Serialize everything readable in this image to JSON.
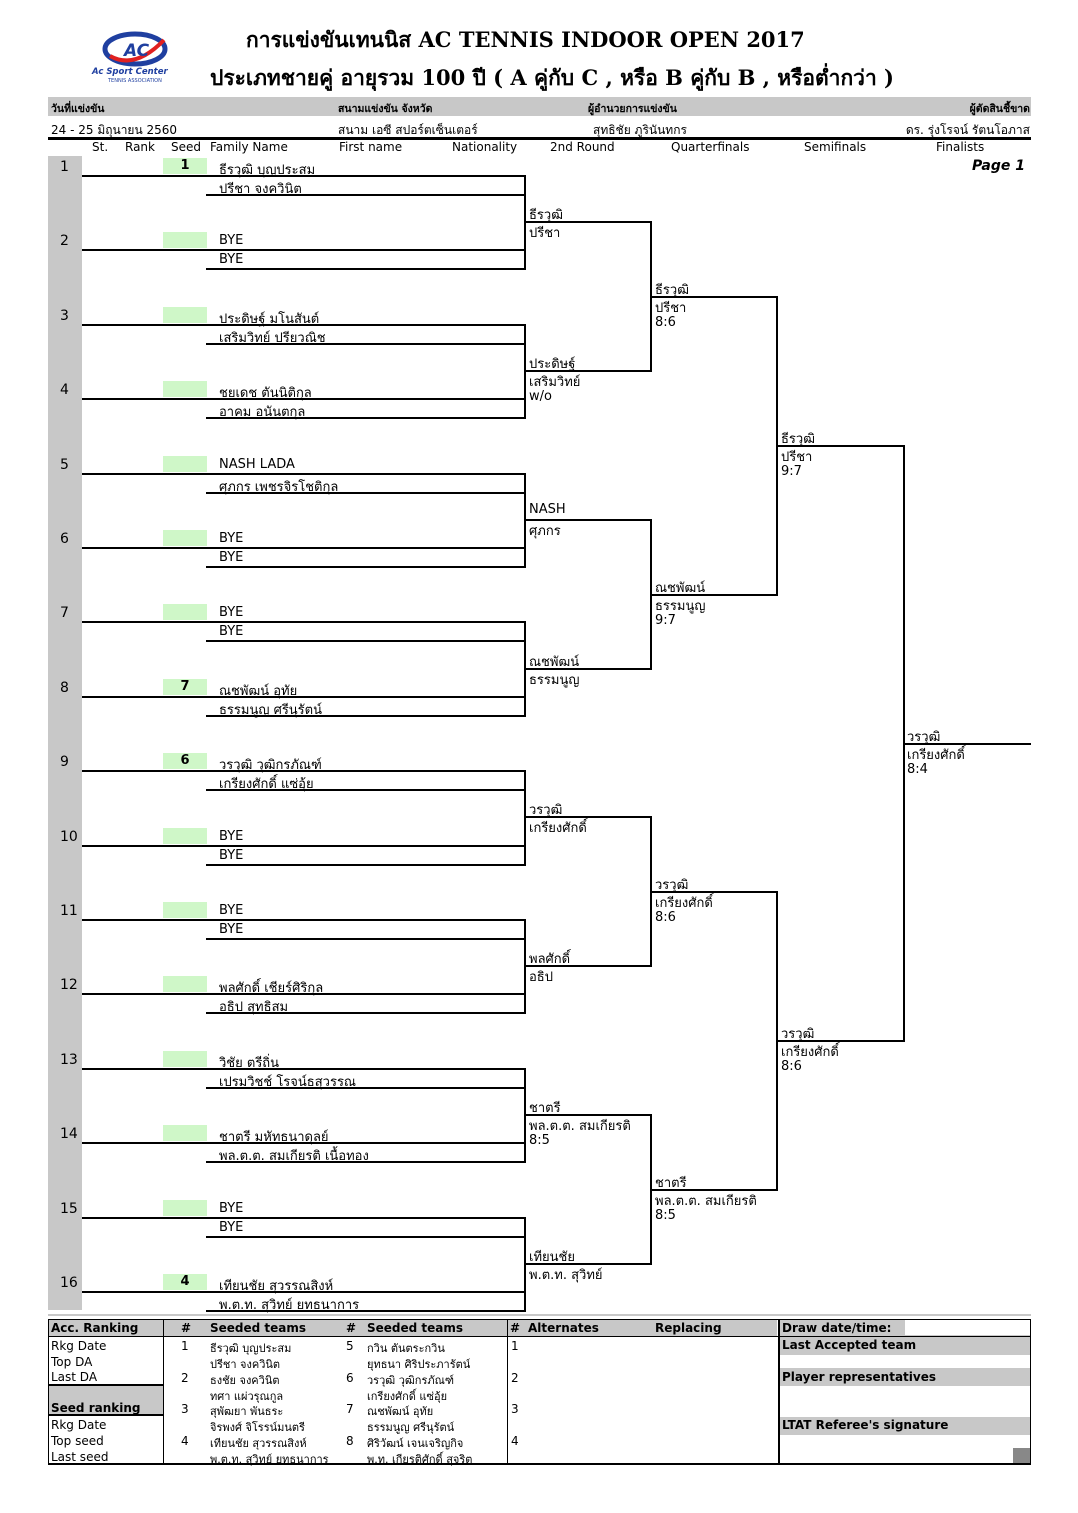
{
  "header": {
    "logo_text": "AC",
    "logo_subtitle": "Ac Sport Center",
    "logo_sub2": "TENNIS ASSOCIATION",
    "title_line1": "การแข่งขันเทนนิส  AC  TENNIS  INDOOR  OPEN  2017",
    "title_line2": "ประเภทชายคู่ อายุรวม    100  ปี  ( A คู่กับ C , หรือ B คู่กับ B , หรือต่ำกว่า )"
  },
  "info": {
    "date_label": "วันที่แข่งขัน",
    "venue_label": "สนามแข่งขัน จังหวัด",
    "director_label": "ผู้อำนวยการแข่งขัน",
    "referee_label": "ผู้ตัดสินชี้ขาด",
    "date_value": "24 - 25  มิถุนายน  2560",
    "venue_value": "สนาม เอซี สปอร์ตเซ็นเตอร์",
    "director_value": "สุทธิชัย   ภูรินันทกร",
    "referee_value": "ดร. รุ่งโรจน์   รัตนโอภาส"
  },
  "columns": {
    "st": "St.",
    "rank": "Rank",
    "seed": "Seed",
    "family": "Family Name",
    "first": "First name",
    "nationality": "Nationality",
    "r2": "2nd Round",
    "qf": "Quarterfinals",
    "sf": "Semifinals",
    "f": "Finalists",
    "page": "Page 1"
  },
  "entries": [
    {
      "pos": "1",
      "seed": "1",
      "p1": "ธีรวุฒิ  บุญประสม",
      "p2": "ปรีชา  จงควินิต"
    },
    {
      "pos": "2",
      "seed": "",
      "p1": "BYE",
      "p2": "BYE"
    },
    {
      "pos": "3",
      "seed": "",
      "p1": "ประดิษฐ์   มโนสันต์",
      "p2": "เสริมวิทย์  ปรียวณิช"
    },
    {
      "pos": "4",
      "seed": "",
      "p1": "ชยเดช  ตันนิติกุล",
      "p2": "อาคม  อนันตกุล"
    },
    {
      "pos": "5",
      "seed": "",
      "p1": "NASH  LADA",
      "p2": "ศุภกร  เพชรจิรโชติกุล"
    },
    {
      "pos": "6",
      "seed": "",
      "p1": "BYE",
      "p2": "BYE"
    },
    {
      "pos": "7",
      "seed": "",
      "p1": "BYE",
      "p2": "BYE"
    },
    {
      "pos": "8",
      "seed": "7",
      "p1": "ณชพัฒน์  อุทัย",
      "p2": "ธรรมนูญ  ศรีนุรัตน์"
    },
    {
      "pos": "9",
      "seed": "6",
      "p1": "วรวุฒิ   วุฒิกรภัณฑ์",
      "p2": "เกรียงศักดิ์  แซ่อุ้ย"
    },
    {
      "pos": "10",
      "seed": "",
      "p1": "BYE",
      "p2": "BYE"
    },
    {
      "pos": "11",
      "seed": "",
      "p1": "BYE",
      "p2": "BYE"
    },
    {
      "pos": "12",
      "seed": "",
      "p1": "พลศักดิ์  เชียร์ศิริกุล",
      "p2": "อธิป   สุทธิสม"
    },
    {
      "pos": "13",
      "seed": "",
      "p1": "วิชัย  ตรีถิ่น",
      "p2": "เปรมวิชช์  โรจน์ธสุวรรณ"
    },
    {
      "pos": "14",
      "seed": "",
      "p1": "ชาตรี   มหัทธนาดุลย์",
      "p2": "พล.ต.ต. สมเกียรติ   เนื้อทอง"
    },
    {
      "pos": "15",
      "seed": "",
      "p1": "BYE",
      "p2": "BYE"
    },
    {
      "pos": "16",
      "seed": "4",
      "p1": "เทียนชัย  สุวรรณสิงห์",
      "p2": "พ.ต.ท. สุวิทย์   ยทธนาการ"
    }
  ],
  "round2": [
    {
      "a": "ธีรวุฒิ",
      "b": "ปรีชา",
      "score": ""
    },
    {
      "a": "ประดิษฐ์",
      "b": "เสริมวิทย์",
      "score": "w/o"
    },
    {
      "a": "NASH",
      "b": "ศุภกร",
      "score": ""
    },
    {
      "a": "ณชพัฒน์",
      "b": "ธรรมนูญ",
      "score": ""
    },
    {
      "a": "วรวุฒิ",
      "b": "เกรียงศักดิ์",
      "score": ""
    },
    {
      "a": "พลศักดิ์",
      "b": "อธิป",
      "score": ""
    },
    {
      "a": "ชาตรี",
      "b": "พล.ต.ต. สมเกียรติ",
      "score": "8:5"
    },
    {
      "a": "เทียนชัย",
      "b": "พ.ต.ท. สุวิทย์",
      "score": ""
    }
  ],
  "quarterfinals": [
    {
      "a": "ธีรวุฒิ",
      "b": "ปรีชา",
      "score": "8:6"
    },
    {
      "a": "ณชพัฒน์",
      "b": "ธรรมนูญ",
      "score": "9:7"
    },
    {
      "a": "วรวุฒิ",
      "b": "เกรียงศักดิ์",
      "score": "8:6"
    },
    {
      "a": "ชาตรี",
      "b": "พล.ต.ต. สมเกียรติ",
      "score": "8:5"
    }
  ],
  "semifinals": [
    {
      "a": "ธีรวุฒิ",
      "b": "ปรีชา",
      "score": "9:7"
    },
    {
      "a": "วรวุฒิ",
      "b": "เกรียงศักดิ์",
      "score": "8:6"
    }
  ],
  "final": {
    "a": "วรวุฒิ",
    "b": "เกรียงศักดิ์",
    "score": "8:4"
  },
  "footer": {
    "acc_ranking": "Acc. Ranking",
    "rkg_date": "Rkg Date",
    "top_da": "Top DA",
    "last_da": "Last DA",
    "seed_ranking": "Seed ranking",
    "rkg_date2": "Rkg Date",
    "top_seed": "Top seed",
    "last_seed": "Last seed",
    "hash": "#",
    "seeded_teams": "Seeded teams",
    "alternates": "Alternates",
    "replacing": "Replacing",
    "draw_date": "Draw date/time:",
    "last_accepted": "Last Accepted team",
    "player_reps": "Player representatives",
    "referee_sig": "LTAT Referee's signature",
    "seeds_left": [
      {
        "n": "1",
        "a": "ธีรวุฒิ  บุญประสม",
        "b": "ปรีชา  จงควินิต"
      },
      {
        "n": "2",
        "a": "ธงชัย  จงควินิต",
        "b": "ทศา  แผ่วรุณกูล"
      },
      {
        "n": "3",
        "a": "สุพัฒยา  พันธระ",
        "b": "จิรพงศ์  จิโรรน์มนตรี"
      },
      {
        "n": "4",
        "a": "เทียนชัย  สุวรรณสิงห์",
        "b": "พ.ต.ท. สุวิทย์  ยทธนาการ"
      }
    ],
    "seeds_right": [
      {
        "n": "5",
        "a": "กวิน  ตันตระกวิน",
        "b": "ยุทธนา  ศิริประภารัตน์"
      },
      {
        "n": "6",
        "a": "วรวุฒิ  วุฒิกรภัณฑ์",
        "b": "เกรียงศักดิ์  แซ่อุ้ย"
      },
      {
        "n": "7",
        "a": "ณชพัฒน์  อุทัย",
        "b": "ธรรมนูญ  ศรีนุรัตน์"
      },
      {
        "n": "8",
        "a": "ศิริวัฒน์  เจนเจริญกิจ",
        "b": "พ.ท. เกียรติศักดิ์  สุจริต"
      }
    ],
    "alt_nums": [
      "1",
      "2",
      "3",
      "4"
    ]
  }
}
